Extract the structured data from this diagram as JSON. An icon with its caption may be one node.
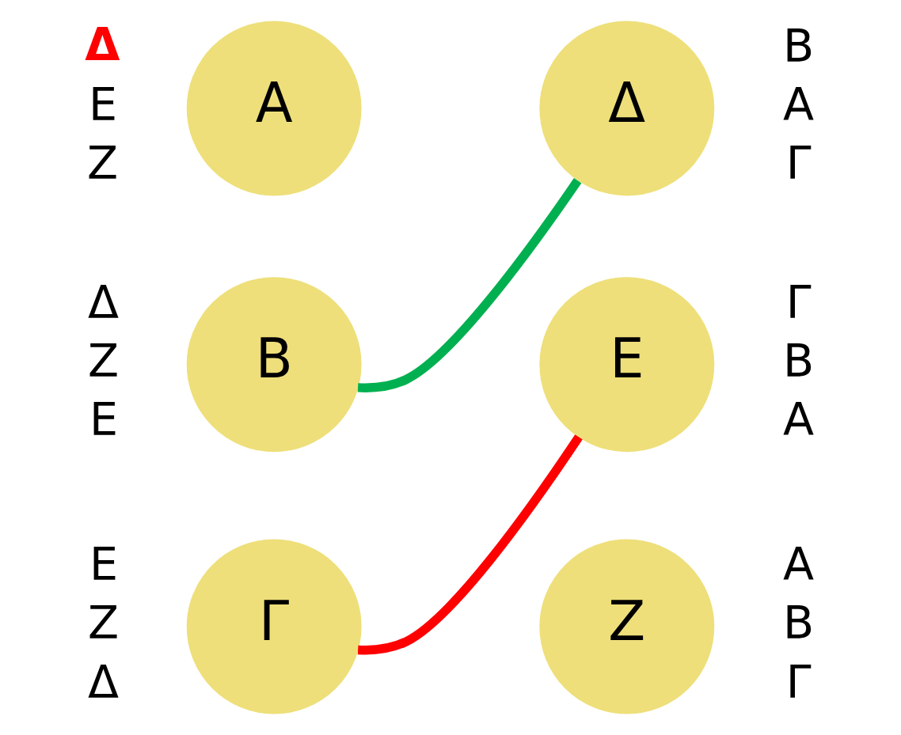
{
  "diagram": {
    "nodes": [
      {
        "text": [
          "Α"
        ],
        "beside": [
          "Δ",
          "Ε",
          "Ζ"
        ]
      },
      {
        "text": [
          "Β"
        ],
        "beside": [
          "Δ",
          "Ζ",
          "Ε"
        ]
      },
      {
        "text": [
          "Γ"
        ],
        "beside": [
          "Ε",
          "Ζ",
          "Δ"
        ]
      },
      {
        "text": [
          "Δ"
        ],
        "beside": [
          "Β",
          "Α",
          "Γ"
        ]
      },
      {
        "text": [
          "Ε"
        ],
        "beside": [
          "Γ",
          "Β",
          "Α"
        ]
      },
      {
        "text": [
          "Ζ"
        ],
        "beside": [
          "Α",
          "Β",
          "Γ"
        ]
      }
    ],
    "edges": [
      {
        "from": 1,
        "to": 3,
        "arrow": "none",
        "color": "#00b050"
      },
      {
        "from": 2,
        "to": 4,
        "arrow": "none",
        "color": "#ff0000"
      }
    ]
  }
}
